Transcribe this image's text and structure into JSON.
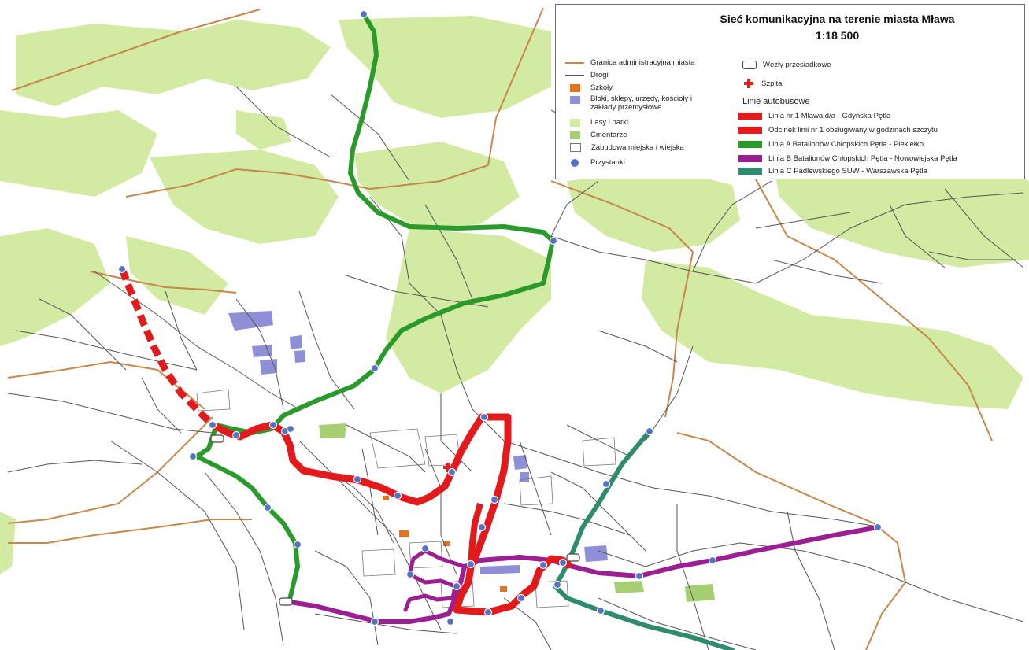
{
  "legend": {
    "title": "Sieć komunikacyjna na terenie miasta Mława",
    "scale": "1:18 500",
    "items_left": [
      {
        "symbol": "line",
        "color": "#c8874a",
        "label": "Granica administracyjna miasta"
      },
      {
        "symbol": "thin-line",
        "color": "#555555",
        "label": "Drogi"
      },
      {
        "symbol": "fill",
        "color": "#e2731f",
        "label": "Szkoły"
      },
      {
        "symbol": "fill",
        "color": "#8e8fd6",
        "label": "Bloki, sklepy, urzędy, kościoły i zakłady przemysłowe"
      },
      {
        "symbol": "fill",
        "color": "#d2eaa1",
        "label": "Lasy i parki"
      },
      {
        "symbol": "fill",
        "color": "#a6cf73",
        "label": "Cmentarze"
      },
      {
        "symbol": "outline",
        "color": "#777777",
        "label": "Zabudowa miejska i wiejska"
      },
      {
        "symbol": "stop-icon",
        "color": "#5572c4",
        "label": "Przystanki"
      }
    ],
    "items_right": [
      {
        "symbol": "interchange-icon",
        "color": "#444444",
        "label": "Węzły przesiadkowe"
      },
      {
        "symbol": "hospital-cross-icon",
        "color": "#e02020",
        "label": "Szpital"
      }
    ],
    "bus_lines_heading": "Linie autobusowe",
    "bus_lines": [
      {
        "color": "#e31a1c",
        "style": "solid",
        "label": "Linia nr 1 Mława d/a - Gdyńska Pętla"
      },
      {
        "color": "#e31a1c",
        "style": "dashed",
        "label": "Odcinek linii nr 1 obsługiwany w godzinach szczytu"
      },
      {
        "color": "#2a9a2a",
        "style": "solid",
        "label": "Linia A Batalionów Chłopskich Pętla - Piekiełko"
      },
      {
        "color": "#9b1f92",
        "style": "solid",
        "label": "Linia B Batalionów Chłopskich Pętla - Nowowiejska Pętla"
      },
      {
        "color": "#2e8b6e",
        "style": "solid",
        "label": "Linia C Padlewskiego SUW - Warszawska Pętla"
      }
    ]
  },
  "colors": {
    "forest": "#d2eaa1",
    "cemetery": "#a6cf73",
    "building": "#8e8fd6",
    "school": "#e2731f",
    "boundary": "#c8874a",
    "road": "#555555",
    "stop": "#5572c4",
    "line1": "#e31a1c",
    "lineA": "#2a9a2a",
    "lineB": "#9b1f92",
    "lineC": "#2e8b6e"
  }
}
